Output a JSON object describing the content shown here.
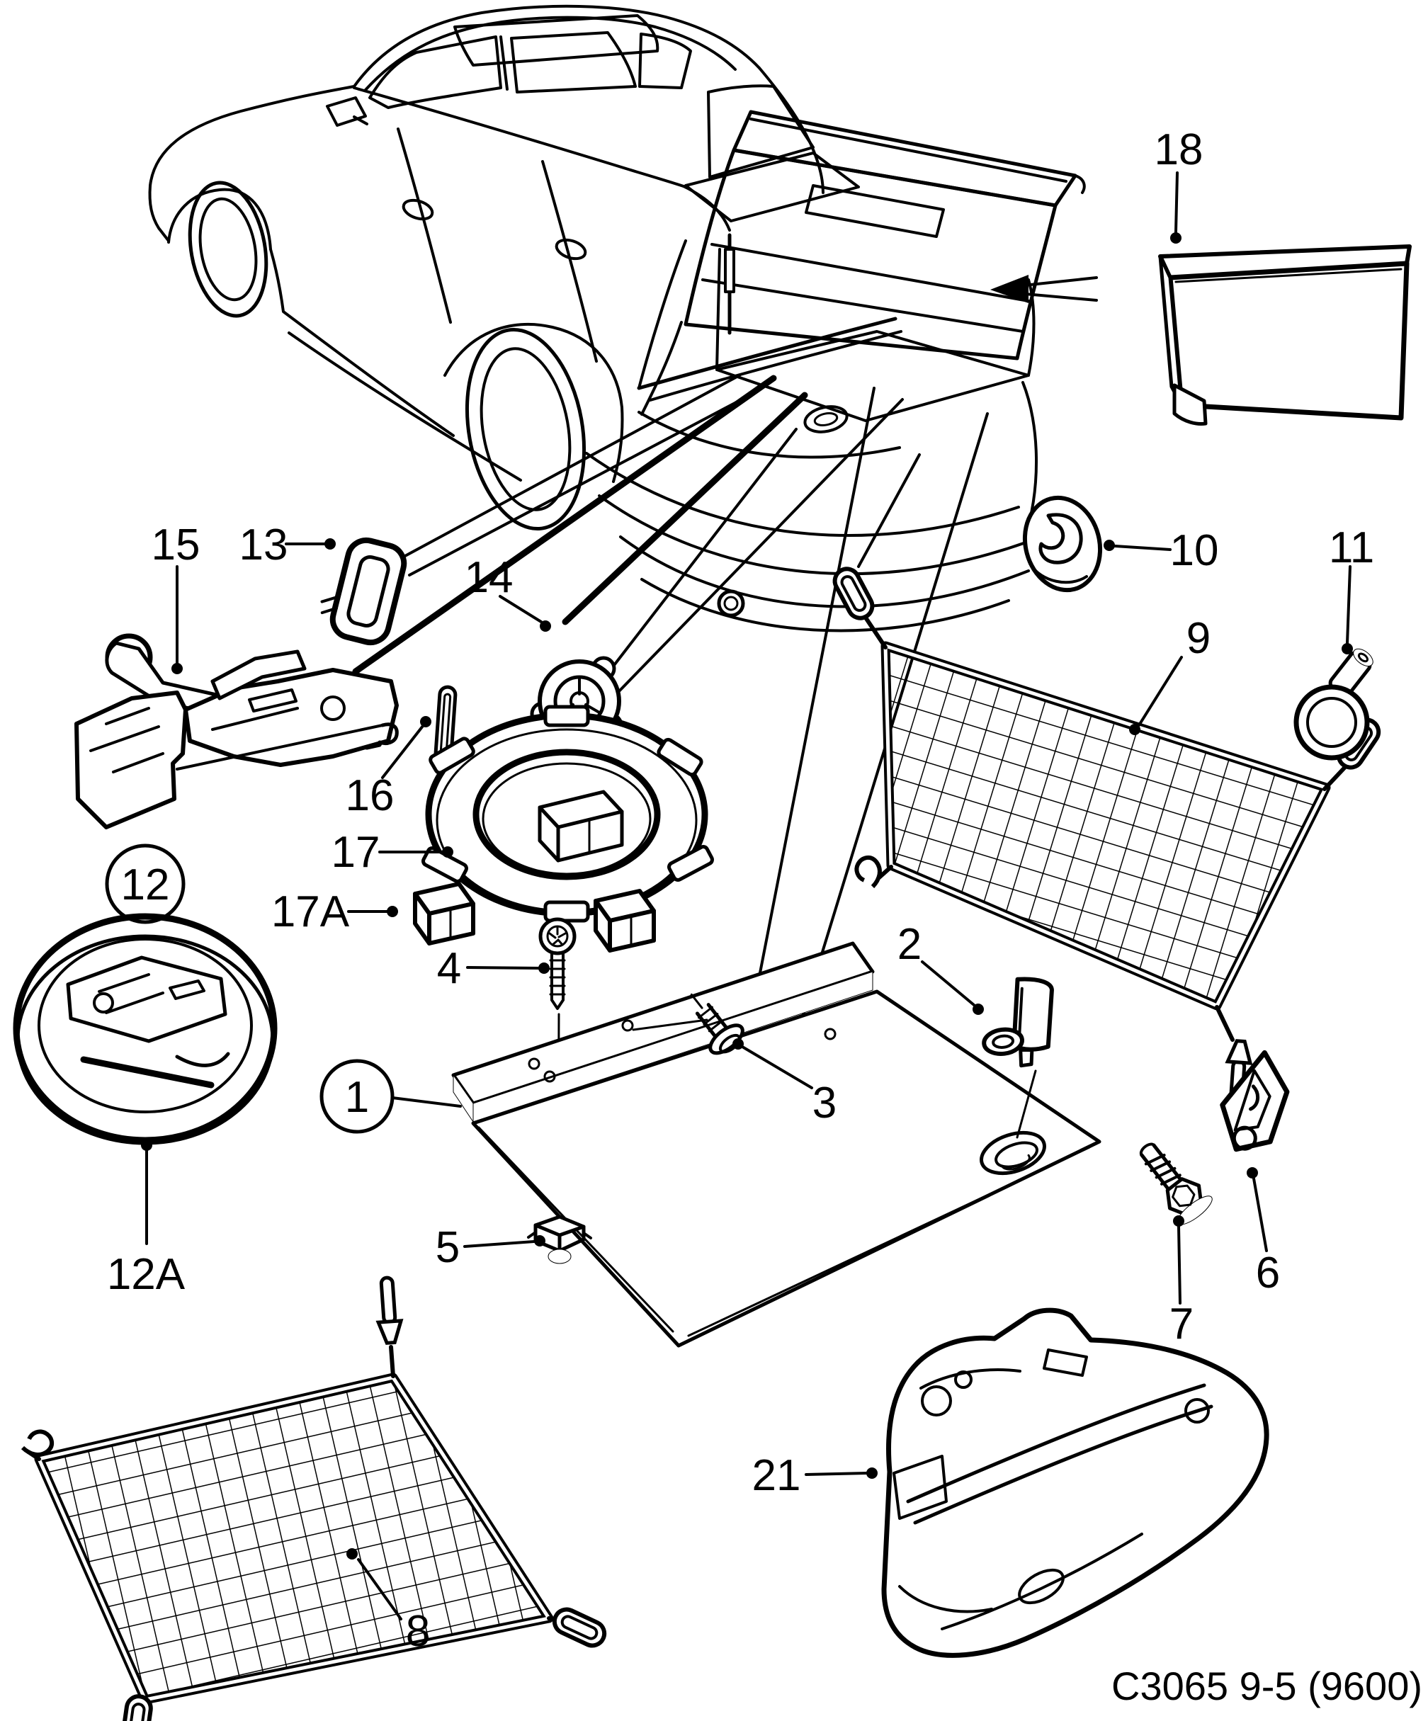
{
  "diagram": {
    "caption": "C3065 9-5 (9600)",
    "ink_color": "#000000",
    "paper_color": "#ffffff",
    "callouts": {
      "c1": {
        "label": "1",
        "circled": true
      },
      "c2": {
        "label": "2",
        "circled": false
      },
      "c3": {
        "label": "3",
        "circled": false
      },
      "c4": {
        "label": "4",
        "circled": false
      },
      "c5": {
        "label": "5",
        "circled": false
      },
      "c6": {
        "label": "6",
        "circled": false
      },
      "c7": {
        "label": "7",
        "circled": false
      },
      "c8": {
        "label": "8",
        "circled": false
      },
      "c9": {
        "label": "9",
        "circled": false
      },
      "c10": {
        "label": "10",
        "circled": false
      },
      "c11": {
        "label": "11",
        "circled": false
      },
      "c12": {
        "label": "12",
        "circled": true
      },
      "c12A": {
        "label": "12A",
        "circled": false
      },
      "c13": {
        "label": "13",
        "circled": false
      },
      "c14": {
        "label": "14",
        "circled": false
      },
      "c15": {
        "label": "15",
        "circled": false
      },
      "c16": {
        "label": "16",
        "circled": false
      },
      "c17": {
        "label": "17",
        "circled": false
      },
      "c17A": {
        "label": "17A",
        "circled": false
      },
      "c18": {
        "label": "18",
        "circled": false
      },
      "c21": {
        "label": "21",
        "circled": false
      }
    }
  }
}
